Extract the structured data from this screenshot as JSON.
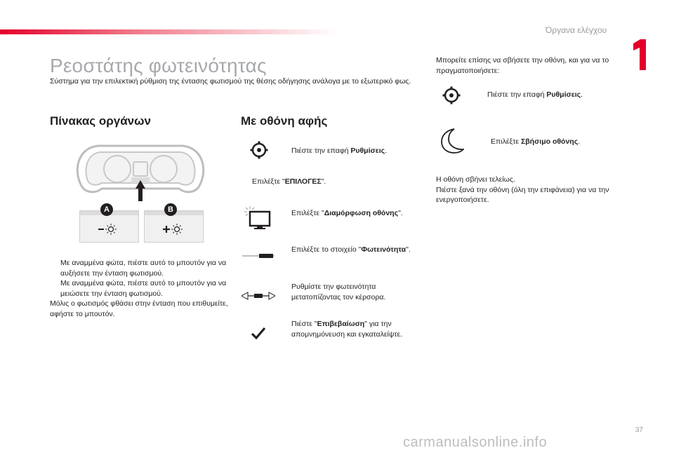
{
  "header": {
    "chapter": "Όργανα ελέγχου",
    "chapter_number": "1"
  },
  "page": {
    "title": "Ρεοστάτης φωτεινότητας",
    "intro": "Σύστημα για την επιλεκτική ρύθμιση της έντασης φωτισμού της θέσης οδήγησης ανάλογα με το εξωτερικό φως.",
    "page_number": "37"
  },
  "left": {
    "heading": "Πίνακας οργάνων",
    "label_a": "A",
    "label_b": "B",
    "bullet_symbol": "",
    "bullet1": "Με αναμμένα φώτα, πιέστε αυτό το μπουτόν για να αυξήσετε την ένταση φωτισμού.",
    "bullet2": "Με αναμμένα φώτα, πιέστε αυτό το μπουτόν για να μειώσετε την ένταση φωτισμού.",
    "note": "Μόλις ο φωτισμός φθάσει στην ένταση που επιθυμείτε, αφήστε το μπουτόν."
  },
  "middle": {
    "heading": "Με οθόνη αφής",
    "steps": [
      {
        "pre": "Πιέστε την επαφή ",
        "bold": "Ρυθμίσεις",
        "post": "."
      },
      {
        "pre": "Επιλέξτε \"",
        "bold": "ΕΠΙΛΟΓΕΣ",
        "post": "\"."
      },
      {
        "pre": "Επιλέξτε \"",
        "bold": "Διαμόρφωση οθόνης",
        "post": "\"."
      },
      {
        "pre": "Επιλέξτε το στοιχείο \"",
        "bold": "Φωτεινότητα",
        "post": "\"."
      },
      {
        "pre": "Ρυθμίστε την φωτεινότητα μετατοπίζοντας τον κέρσορα.",
        "bold": "",
        "post": ""
      },
      {
        "pre": "Πιέστε \"",
        "bold": "Επιβεβαίωση",
        "post": "\" για την απομνημόνευση και εγκαταλείψτε."
      }
    ]
  },
  "right": {
    "intro": "Μπορείτε επίσης να σβήσετε την οθόνη, και για να το πραγματοποιήσετε:",
    "steps": [
      {
        "pre": "Πιέστε την επαφή ",
        "bold": "Ρυθμίσεις",
        "post": "."
      },
      {
        "pre": "Επιλέξτε ",
        "bold": "Σβήσιμο οθόνης",
        "post": "."
      }
    ],
    "outro1": "Η οθόνη σβήνει τελείως.",
    "outro2": "Πιέστε ξανά την οθόνη (όλη την επιφάνεια) για να την ενεργοποιήσετε."
  },
  "watermark": "carmanualsonline.info",
  "colors": {
    "accent_red": "#e4002b",
    "title_grey": "#a7a9ac"
  },
  "icons": [
    "gear-icon",
    "monitor-brightness-icon",
    "slider-icon",
    "slider-arrows-icon",
    "checkmark-icon",
    "moon-icon"
  ]
}
